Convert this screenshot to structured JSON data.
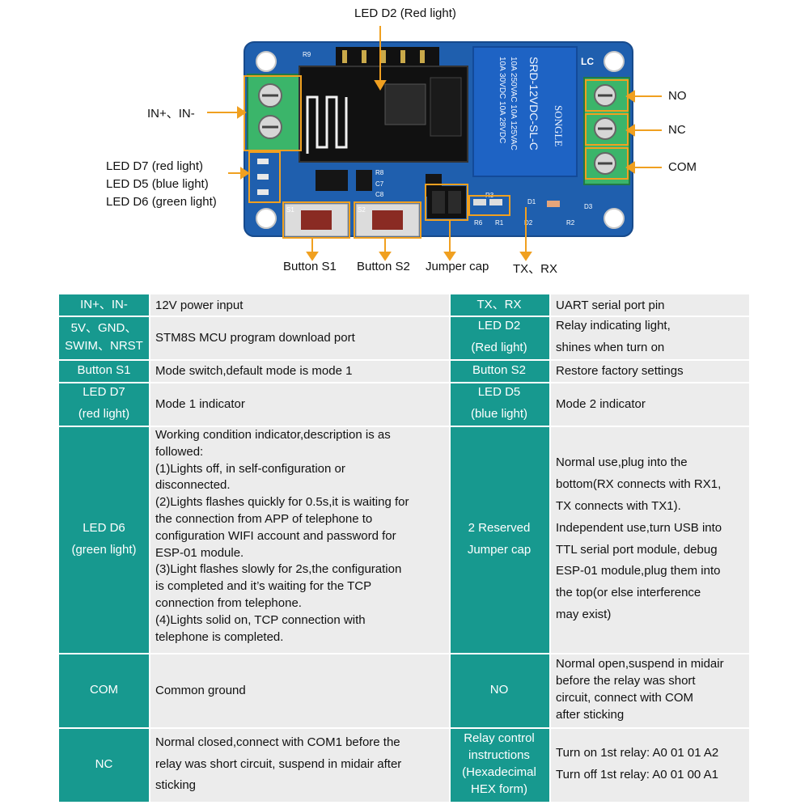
{
  "callouts": {
    "led_d2": "LED D2 (Red light)",
    "power": "IN+、IN-",
    "led_d7": "LED D7 (red light)",
    "led_d5": "LED D5  (blue light)",
    "led_d6": "LED D6 (green light)",
    "no": "NO",
    "nc": "NC",
    "com": "COM",
    "button_s1": "Button S1",
    "button_s2": "Button S2",
    "jumper_cap": "Jumper cap",
    "tx_rx": "TX、RX"
  },
  "board": {
    "relay_brand": "SONGLE",
    "relay_model": "SRD-12VDC-SL-C",
    "relay_rating_1": "10A 250VAC 10A 125VAC",
    "relay_rating_2": "10A  30VDC 10A  28VDC",
    "silk_lc": "LC",
    "silk_r9": "R9",
    "silk_s1": "S1",
    "silk_s2": "S2",
    "silk_r8": "R8",
    "silk_c7": "C7",
    "silk_c8": "C8",
    "silk_r3": "R3",
    "silk_r6": "R6",
    "silk_r1": "R1",
    "silk_d1": "D1",
    "silk_d2": "D2",
    "silk_d3": "D3",
    "silk_r2": "R2"
  },
  "table": {
    "rows": [
      {
        "k1": "IN+、IN-",
        "v1": "12V power input",
        "k2": "TX、RX",
        "v2": "UART serial port pin"
      },
      {
        "k1": "5V、GND、\nSWIM、NRST",
        "v1": "STM8S MCU program download port",
        "k2": "LED D2\n(Red light)",
        "v2": "Relay indicating light,\nshines when turn on"
      },
      {
        "k1": "Button S1",
        "v1": "Mode switch,default mode is mode 1",
        "k2": "Button S2",
        "v2": "Restore factory settings"
      },
      {
        "k1": "LED D7\n(red light)",
        "v1": "Mode 1 indicator",
        "k2": "LED D5\n(blue light)",
        "v2": "Mode 2 indicator"
      },
      {
        "k1": "LED D6\n(green light)",
        "v1": "Working condition indicator,description is as\nfollowed:\n(1)Lights off, in self-configuration or\ndisconnected.\n(2)Lights flashes quickly for 0.5s,it is waiting for\nthe connection from APP of telephone to\nconfiguration WIFI account and password for\nESP-01 module.\n(3)Light flashes slowly for 2s,the configuration\nis completed and it’s waiting for the TCP\nconnection from telephone.\n(4)Lights solid on, TCP connection with\ntelephone is completed.",
        "k2": "2 Reserved\nJumper cap",
        "v2": "Normal use,plug into the\nbottom(RX connects with RX1,\nTX connects with TX1).\nIndependent use,turn USB into\nTTL serial port module, debug\nESP-01 module,plug them into\nthe top(or else interference\nmay exist)"
      },
      {
        "k1": "COM",
        "v1": "Common ground",
        "k2": "NO",
        "v2": "Normal open,suspend in midair\nbefore the relay was short\ncircuit, connect with COM\nafter sticking"
      },
      {
        "k1": "NC",
        "v1": "Normal closed,connect with COM1 before the\nrelay was short circuit, suspend in midair after\nsticking",
        "k2": "Relay control\ninstructions\n(Hexadecimal\nHEX form)",
        "v2": "Turn on 1st relay: A0 01 01 A2\nTurn off 1st relay: A0 01 00 A1"
      }
    ]
  },
  "colors": {
    "key_cell": "#17998f",
    "value_cell": "#ececec",
    "pcb": "#1f5fae",
    "terminal": "#3bb56a",
    "relay": "#1e63c4",
    "callout_line": "#f0a020"
  }
}
